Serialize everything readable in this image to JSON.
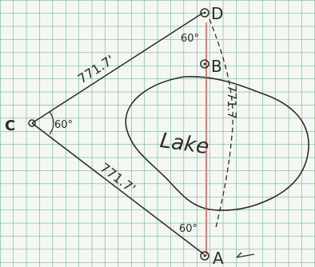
{
  "points": {
    "C": "C",
    "D": "D",
    "B": "B",
    "A": "A"
  },
  "segments": {
    "CD_length": "771.7'",
    "CA_length": "771.7'",
    "DA_length": "771.7"
  },
  "angles": {
    "at_C": "60°",
    "at_D": "60°",
    "at_A": "60°"
  },
  "regions": {
    "lake_label": "Lake"
  },
  "colors": {
    "grid": "#4caf73",
    "ink": "#2b2b2b",
    "red_line": "#e04848",
    "paper": "#f4f7f2"
  }
}
